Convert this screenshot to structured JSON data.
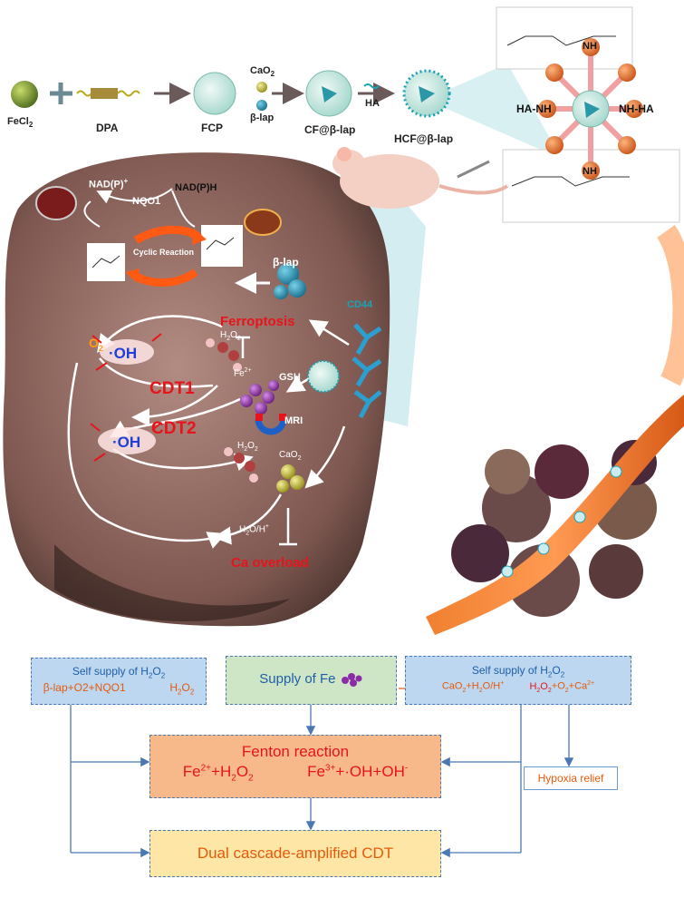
{
  "synthesis": {
    "fecl2": "FeCl",
    "fecl2_sub": "2",
    "dpa": "DPA",
    "fcp": "FCP",
    "cao2": "CaO",
    "cao2_sub": "2",
    "blap": "β-lap",
    "cf": "CF@β-lap",
    "ha": "HA",
    "hcf": "HCF@β-lap"
  },
  "structure": {
    "nh_top": "NH",
    "ha_nh": "HA-NH",
    "nh_ha": "NH-HA",
    "nh_bottom": "NH"
  },
  "cell": {
    "nadp": "NAD(P)",
    "nadp_sup": "+",
    "nadph": "NAD(P)H",
    "nqo1": "NQO1",
    "cyclic": "Cyclic Reaction",
    "blap": "β-lap",
    "ferroptosis": "Ferroptosis",
    "cd44": "CD44",
    "o2": "O",
    "o2_sub": "2",
    "oh1": "·OH",
    "h2o2_1": "H",
    "fe2": "Fe",
    "fe2_sup": "2+",
    "gsh": "GSH",
    "cdt1": "CDT1",
    "cdt2": "CDT2",
    "mri": "MRI",
    "oh2": "·OH",
    "h2o2_2": "H",
    "cao2": "CaO",
    "h2o_h": "H",
    "h2o_h_rest": "O/H",
    "ca_overload": "Ca overload"
  },
  "flow": {
    "box1_title": "Self supply of H",
    "box1_title_sub": "2",
    "box1_title_end": "O",
    "box1_eq_a": "β-lap+O2+NQO1",
    "box1_eq_b": "H",
    "box1_eq_c": "O",
    "box2_title": "Supply of Fe",
    "box3_title": "Self supply of H",
    "box3_eq_a": "CaO",
    "box3_eq_b": "+H",
    "box3_eq_c": "O/H",
    "box3_eq_d": "H",
    "box3_eq_e": "O",
    "box3_eq_f": "+O",
    "box3_eq_g": "+Ca",
    "fenton_title": "Fenton reaction",
    "fenton_a": "Fe",
    "fenton_a_sup": "2+",
    "fenton_b": "+H",
    "fenton_c": "O",
    "fenton_d": "Fe",
    "fenton_d_sup": "3+",
    "fenton_e": "+·OH+OH",
    "fenton_e_sup": "-",
    "hypoxia": "Hypoxia relief",
    "dual": "Dual cascade-amplified CDT"
  },
  "colors": {
    "red": "#e8141c",
    "orange_text": "#e65a0c",
    "blue_text": "#1f5fa8",
    "cyan": "#1aa2b5"
  }
}
